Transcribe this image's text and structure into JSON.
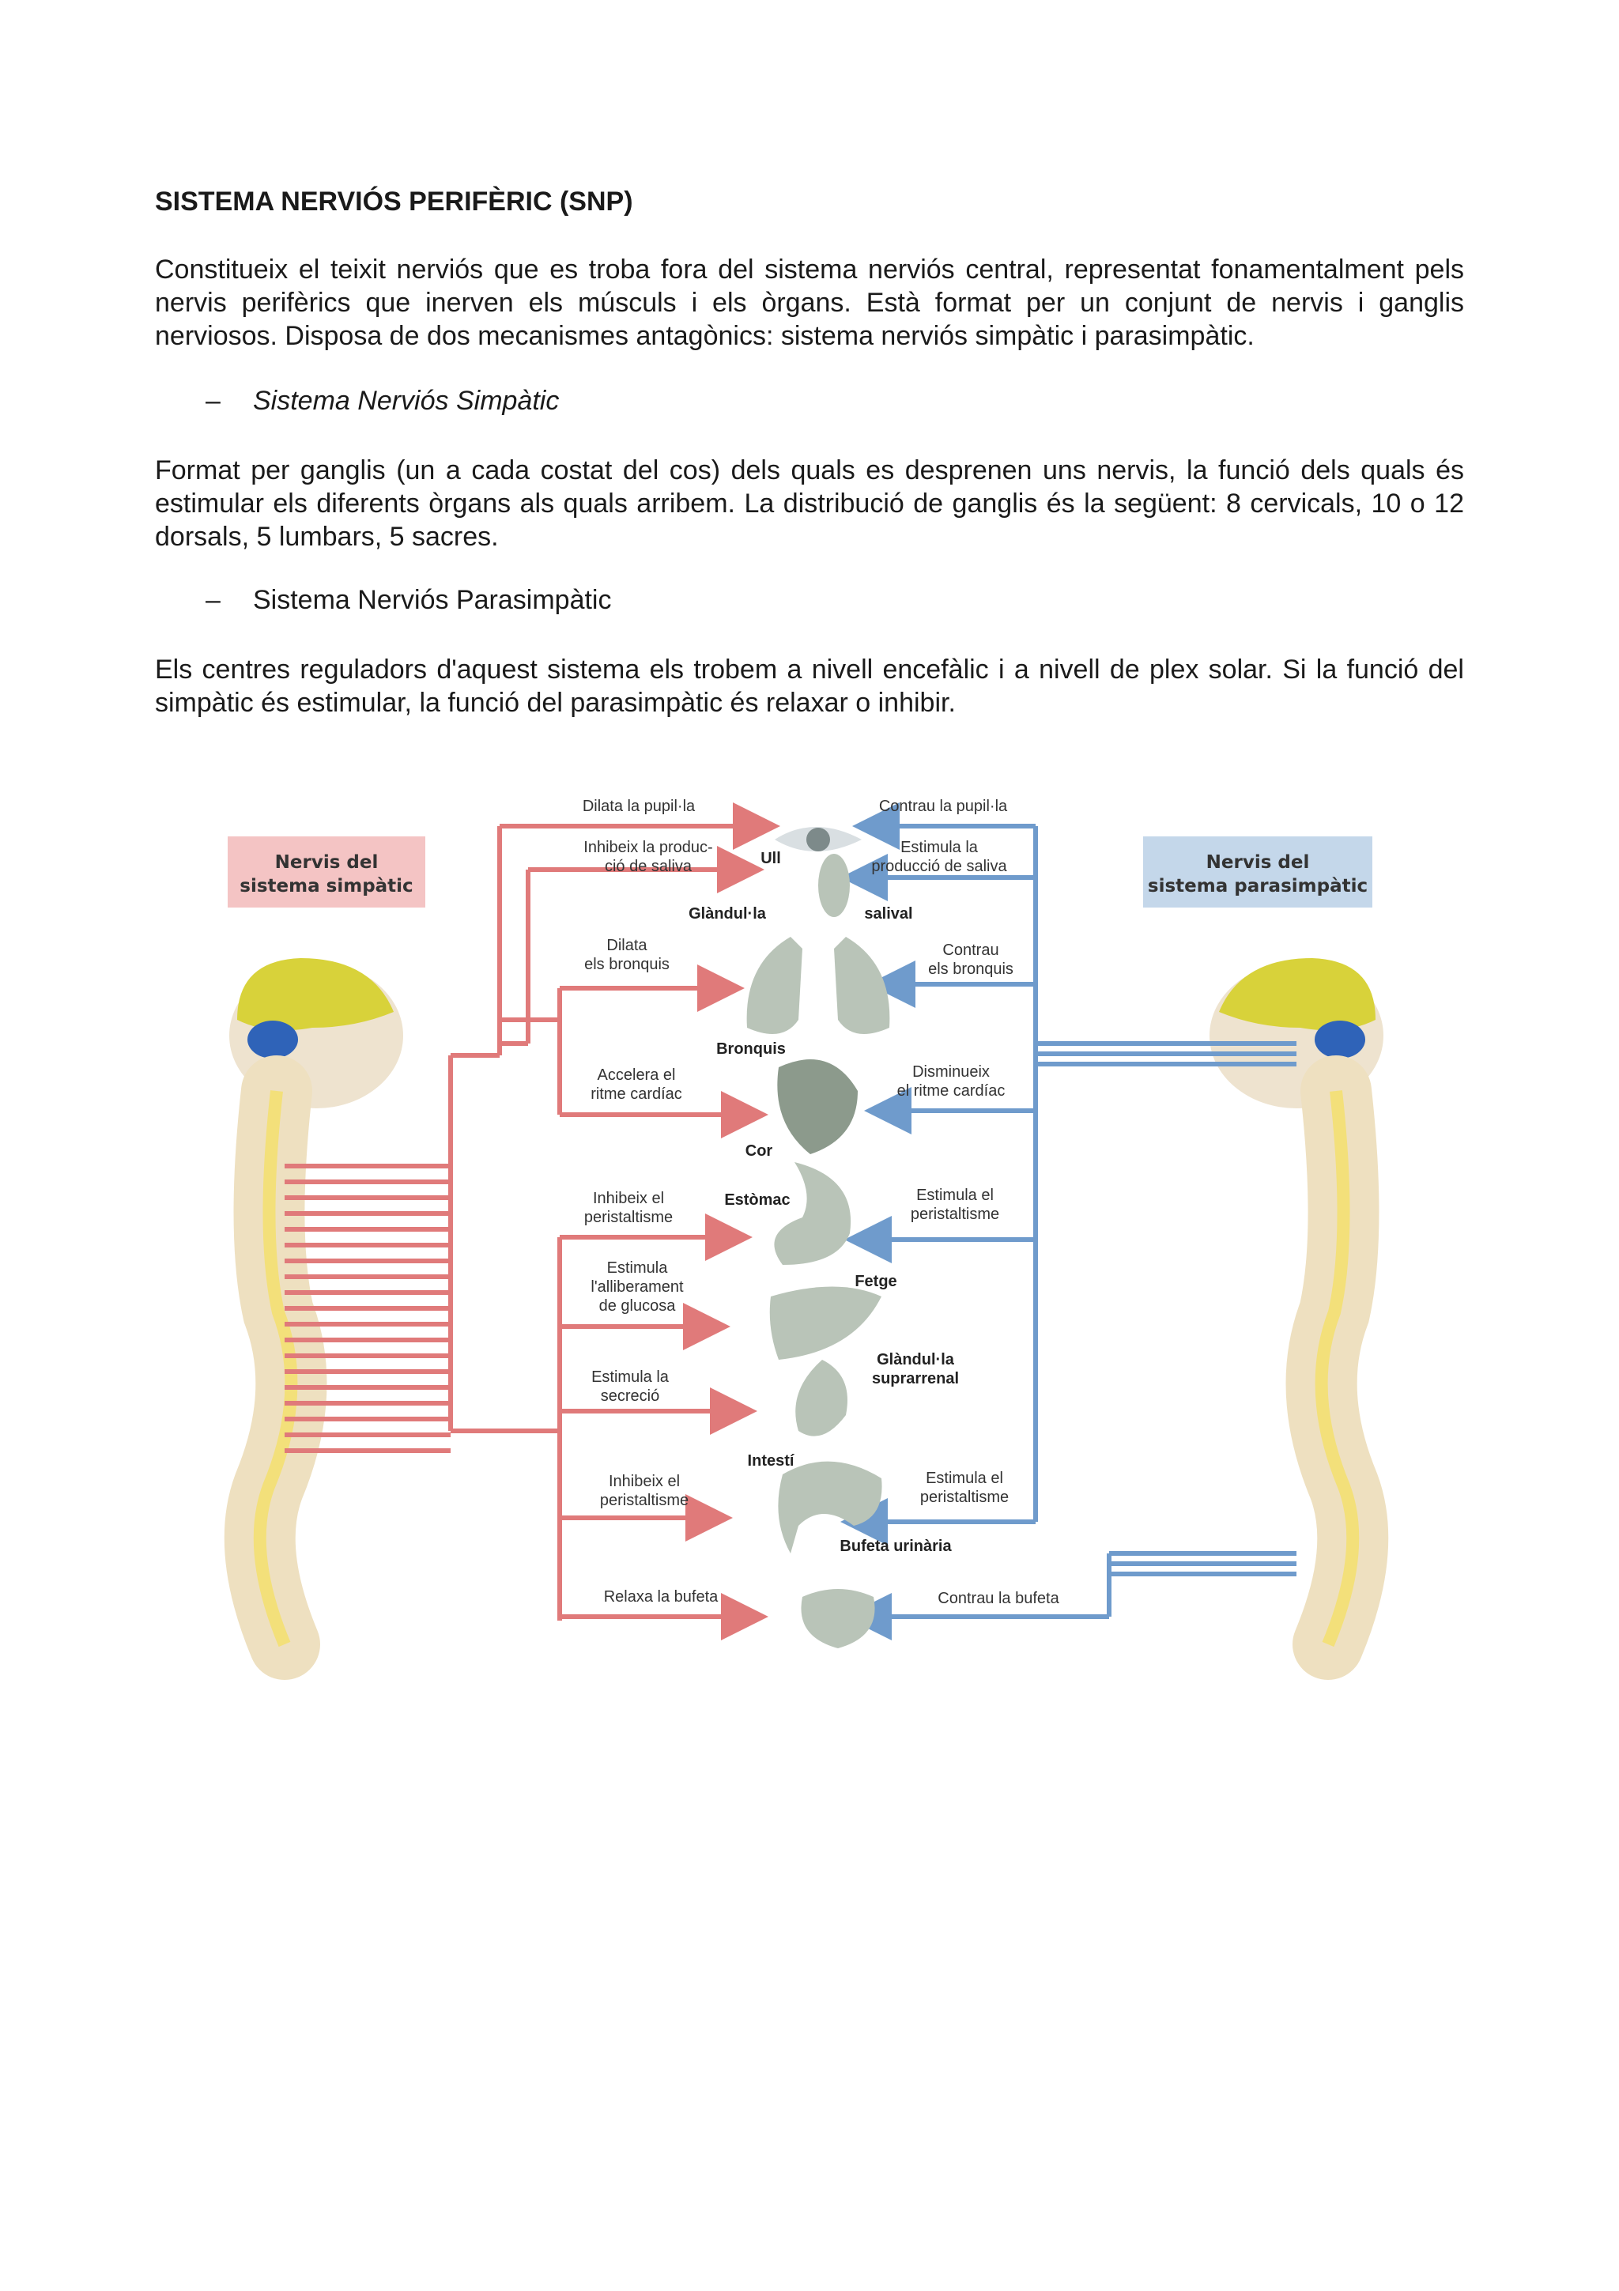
{
  "document": {
    "title": "SISTEMA NERVIÓS PERIFÈRIC (SNP)",
    "paragraph1": "Constitueix el teixit nerviós que es troba fora del sistema nerviós central, representat fonamentalment pels nervis perifèrics que inerven els músculs i els òrgans. Està format per un conjunt de nervis i ganglis nerviosos. Disposa de dos mecanismes antagònics: sistema nerviós simpàtic i parasimpàtic.",
    "bullet1_dash": "–",
    "bullet1": "Sistema Nerviós Simpàtic",
    "paragraph2": "Format per ganglis (un a cada costat del cos) dels quals es desprenen uns nervis, la funció dels quals és estimular els diferents òrgans als quals arribem. La distribució de ganglis és la següent: 8 cervicals, 10 o 12 dorsals, 5 lumbars, 5 sacres.",
    "bullet2_dash": "–",
    "bullet2": "Sistema Nerviós Parasimpàtic",
    "paragraph3": "Els centres reguladors d'aquest sistema els trobem a nivell encefàlic i a nivell de plex solar. Si la funció del simpàtic és estimular, la funció del parasimpàtic és relaxar o inhibir."
  },
  "diagram": {
    "colors": {
      "sympathetic": "#e07a7a",
      "parasympathetic": "#6f9bcc",
      "sympathetic_box": "#f4c4c4",
      "parasympathetic_box": "#c4d7ea",
      "organ": "#b9c4b8",
      "brain": "#d8d23a",
      "cerebellum": "#2f63b8",
      "spine": "#f3e07a"
    },
    "sympathetic_box": [
      "Nervis del",
      "sistema simpàtic"
    ],
    "parasympathetic_box": [
      "Nervis del",
      "sistema parasimpàtic"
    ],
    "sympathetic_effects": {
      "pupil": "Dilata la pupil·la",
      "saliva": [
        "Inhibeix la produc-",
        "ció de saliva"
      ],
      "bronchi": [
        "Dilata",
        "els bronquis"
      ],
      "heart": [
        "Accelera el",
        "ritme cardíac"
      ],
      "stomach": [
        "Inhibeix el",
        "peristaltisme"
      ],
      "glucose": [
        "Estimula",
        "l'alliberament",
        "de glucosa"
      ],
      "secretion": [
        "Estimula la",
        "secreció"
      ],
      "intestine": [
        "Inhibeix el",
        "peristaltisme"
      ],
      "bladder": "Relaxa la bufeta"
    },
    "parasympathetic_effects": {
      "pupil": "Contrau la pupil·la",
      "saliva": [
        "Estimula la",
        "producció de saliva"
      ],
      "bronchi": [
        "Contrau",
        "els bronquis"
      ],
      "heart": [
        "Disminueix",
        "el ritme cardíac"
      ],
      "stomach": [
        "Estimula el",
        "peristaltisme"
      ],
      "intestine": [
        "Estimula el",
        "peristaltisme"
      ],
      "bladder": "Contrau la bufeta"
    },
    "organs": {
      "eye": "Ull",
      "gland_left": "Glàndul·la",
      "gland_right": "salival",
      "bronchi": "Bronquis",
      "heart": "Cor",
      "stomach": "Estòmac",
      "liver": "Fetge",
      "adrenal": [
        "Glàndul·la",
        "suprarrenal"
      ],
      "intestine": "Intestí",
      "bladder": "Bufeta urinària"
    }
  }
}
